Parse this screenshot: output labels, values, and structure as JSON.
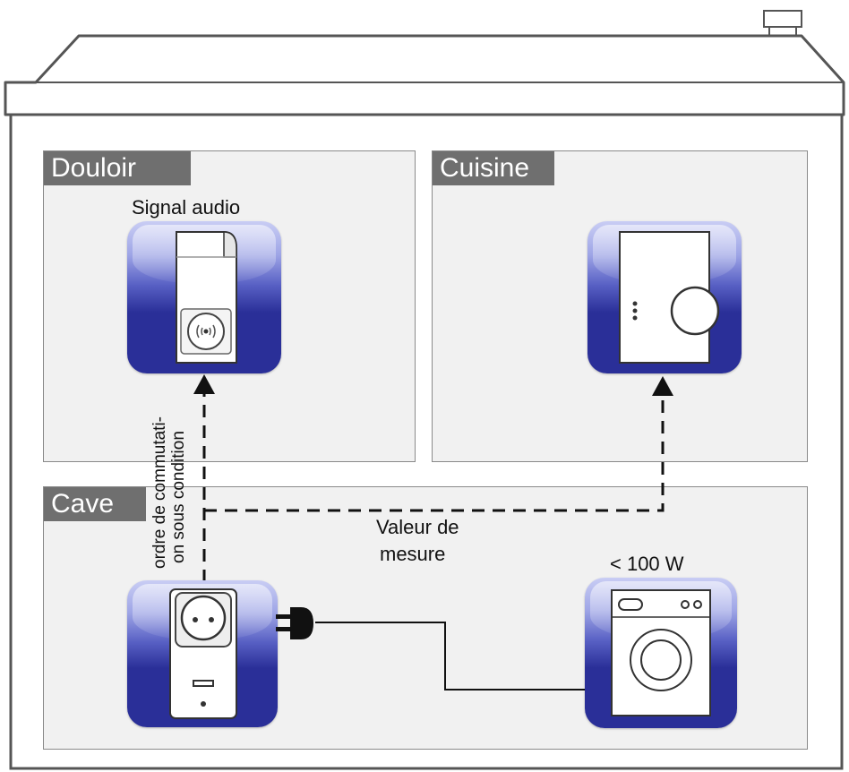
{
  "rooms": {
    "bedroom": {
      "label": "Douloir"
    },
    "kitchen": {
      "label": "Cuisine"
    },
    "basement": {
      "label": "Cave"
    }
  },
  "devices": {
    "audio_signal": {
      "caption": "Signal audio",
      "icon": "audio-sensor-icon"
    },
    "kitchen_unit": {
      "caption": "",
      "icon": "wall-display-icon"
    },
    "smart_plug": {
      "caption": "",
      "icon": "smart-plug-icon"
    },
    "washing_machine": {
      "caption": "< 100 W",
      "icon": "washing-machine-icon"
    }
  },
  "links": {
    "switch_order": {
      "line1": "ordre de commutati-",
      "line2": "on sous condition"
    },
    "measurement": {
      "line1": "Valeur de",
      "line2": "mesure"
    }
  },
  "colors": {
    "device_blue": "#2a2f98",
    "room_fill": "#f1f1f1",
    "label_fill": "#6f6f6f"
  }
}
